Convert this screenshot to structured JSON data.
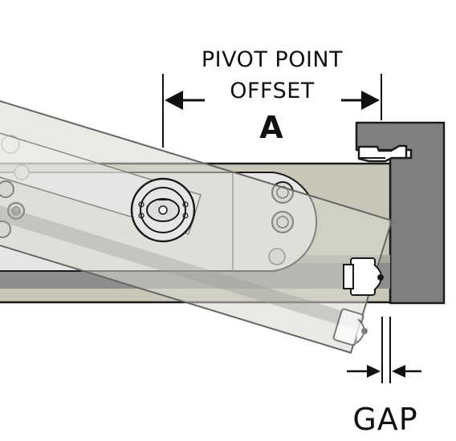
{
  "labels": {
    "pivot_line1": "PIVOT POINT",
    "pivot_line2": "OFFSET",
    "pivot_letter": "A",
    "gap": "GAP"
  },
  "colors": {
    "door_closed": "#c7c6b7",
    "door_open": "#d9d8cf",
    "frame": "#808080",
    "outline": "#1a1a1a",
    "channel": "#8e8e8e",
    "arm": "#e6e6e6",
    "arrow": "#111111"
  },
  "icons": [
    "pivot-spindle-icon",
    "pivot-hinge-icon",
    "arrow-icon"
  ]
}
